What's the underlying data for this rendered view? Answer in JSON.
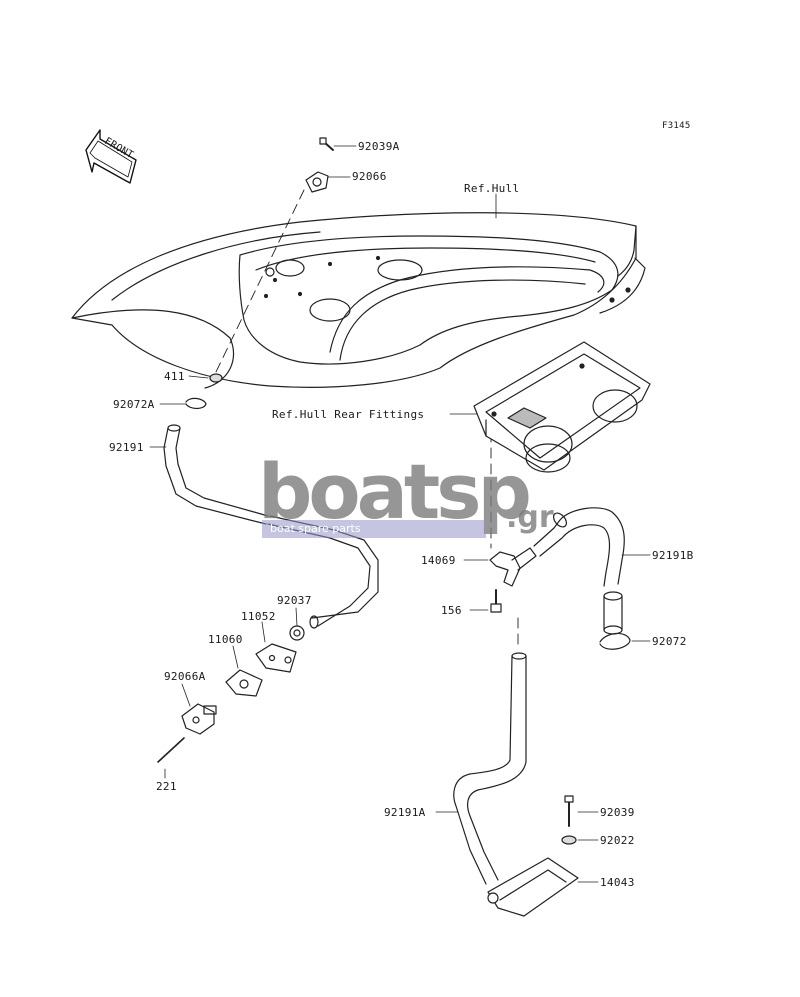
{
  "diagram": {
    "figure_code": "F3145",
    "front_badge": "FRONT",
    "labels": {
      "ref_hull": "Ref.Hull",
      "ref_hull_rear": "Ref.Hull Rear Fittings",
      "p92039A": "92039A",
      "p92066": "92066",
      "p411": "411",
      "p92072A": "92072A",
      "p92191": "92191",
      "p92037": "92037",
      "p11052": "11052",
      "p11060": "11060",
      "p92066A": "92066A",
      "p221": "221",
      "p14069": "14069",
      "p156": "156",
      "p92191B": "92191B",
      "p92072": "92072",
      "p92039": "92039",
      "p92022": "92022",
      "p14043": "14043",
      "p92191A": "92191A"
    }
  },
  "watermark": {
    "brand": "boatsp",
    "suffix": ".gr",
    "tagline": "boat spare parts"
  }
}
